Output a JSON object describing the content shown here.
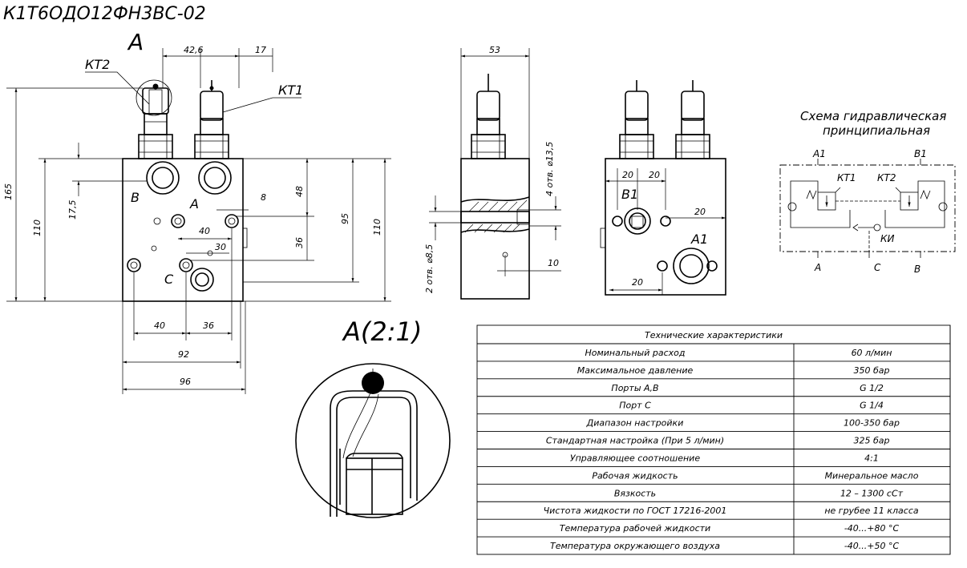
{
  "title": "К1Т6ОДО12ФН3ВС-02",
  "view_a_label": "А",
  "detail_label": "А(2:1)",
  "labels": {
    "kt1": "КТ1",
    "kt2": "КТ2",
    "port_b": "В",
    "port_a": "А",
    "port_c": "С",
    "port_b1": "В1",
    "port_a1": "А1",
    "port_b_small": "В",
    "port_a_small": "А"
  },
  "dimensions": {
    "d42_6": "42,6",
    "d17": "17",
    "d165": "165",
    "d110_left": "110",
    "d17_5": "17,5",
    "d48": "48",
    "d8": "8",
    "d36_v": "36",
    "d95": "95",
    "d110_right": "110",
    "d40_h": "40",
    "d30": "30",
    "d40_bottom": "40",
    "d36_bottom": "36",
    "d92": "92",
    "d96": "96",
    "d53": "53",
    "holes_13_5": "4 отв. ⌀13,5",
    "holes_8_5": "2 отв. ⌀8,5",
    "d10": "10",
    "d20_a": "20",
    "d20_b": "20",
    "d20_c": "20",
    "d20_d": "20"
  },
  "schematic": {
    "title_line1": "Схема гидравлическая",
    "title_line2": "принципиальная",
    "a1": "А1",
    "b1": "В1",
    "kt1": "КТ1",
    "kt2": "КТ2",
    "ki": "КИ",
    "a": "А",
    "c": "С",
    "b": "В"
  },
  "specs": {
    "header": "Технические характеристики",
    "rows": [
      {
        "param": "Номинальный расход",
        "value": "60 л/мин"
      },
      {
        "param": "Максимальное давление",
        "value": "350 бар"
      },
      {
        "param": "Порты А,В",
        "value": "G 1/2"
      },
      {
        "param": "Порт С",
        "value": "G 1/4"
      },
      {
        "param": "Диапазон настройки",
        "value": "100-350 бар"
      },
      {
        "param": "Стандартная настройка (При 5 л/мин)",
        "value": "325 бар"
      },
      {
        "param": "Управляющее соотношение",
        "value": "4:1"
      },
      {
        "param": "Рабочая жидкость",
        "value": "Минеральное масло"
      },
      {
        "param": "Вязкость",
        "value": "12 – 1300 сСт"
      },
      {
        "param": "Чистота жидкости по ГОСТ 17216-2001",
        "value": "не грубее 11 класса"
      },
      {
        "param": "Температура рабочей жидкости",
        "value": "-40...+80 °С"
      },
      {
        "param": "Температура окружающего воздуха",
        "value": "-40...+50 °С"
      }
    ]
  }
}
